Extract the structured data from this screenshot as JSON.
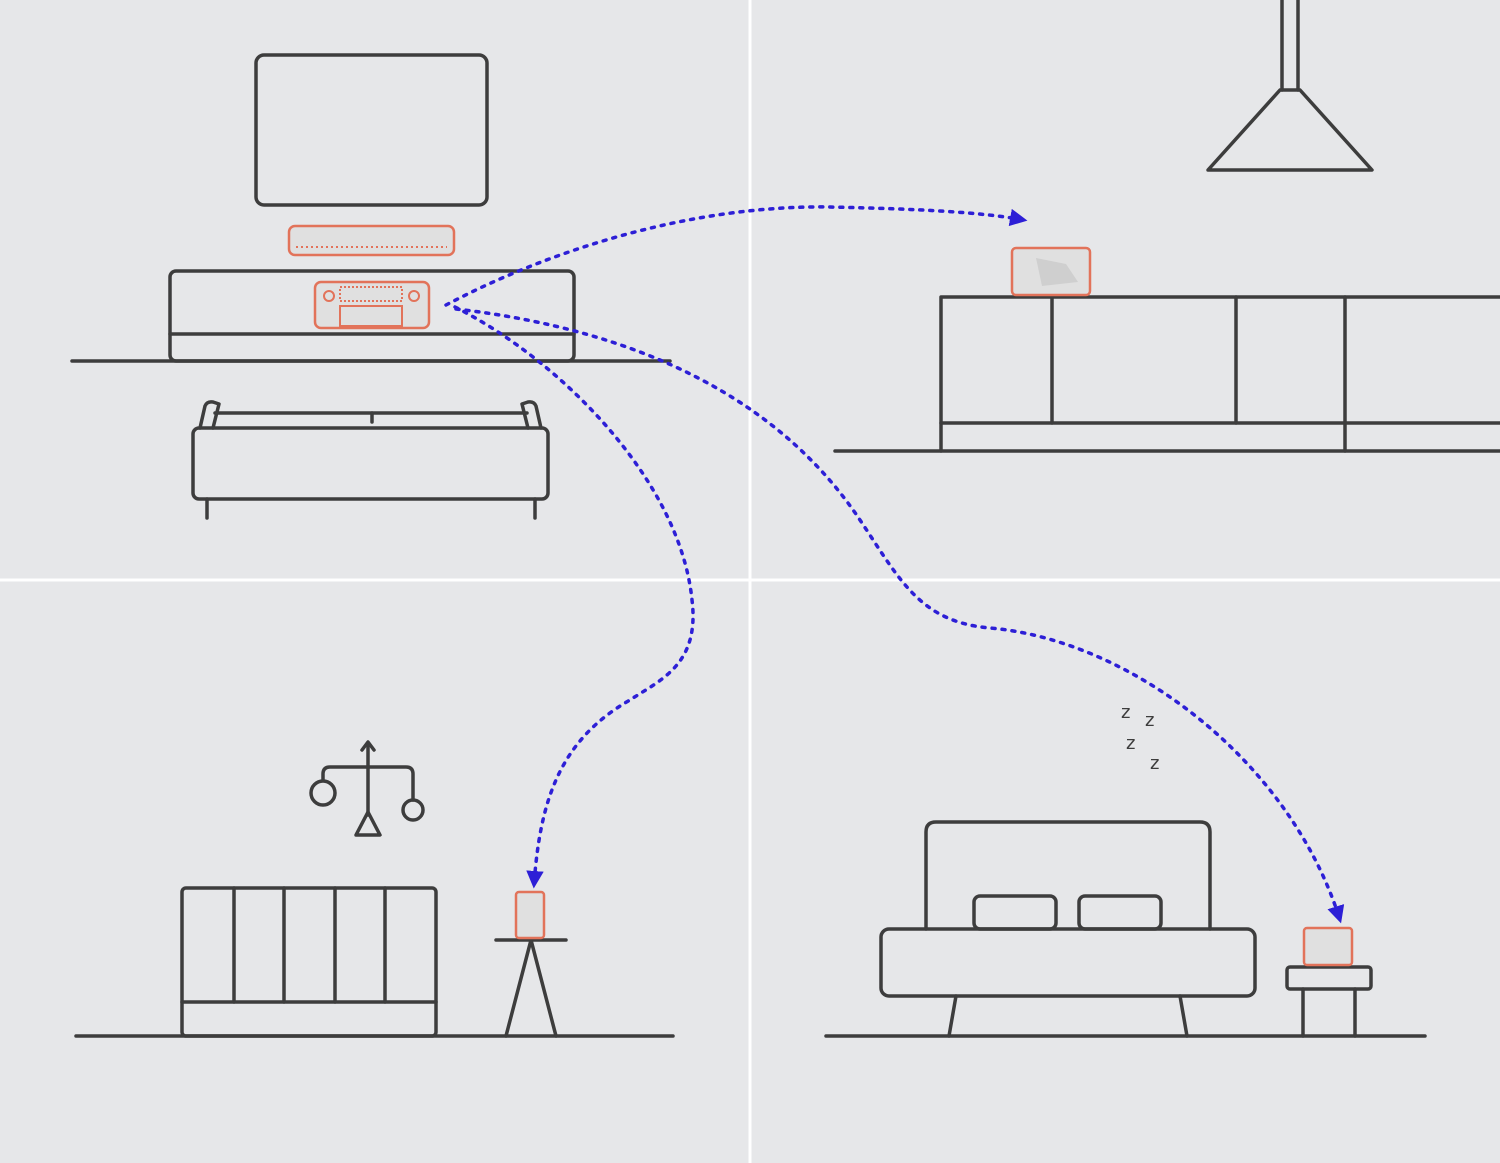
{
  "palette": {
    "background": "#e6e7e9",
    "divider": "#ffffff",
    "furniture_line": "#3d3d3d",
    "device_outline": "#e2735a",
    "flow_arrow": "#2d1fd6"
  },
  "rooms": [
    {
      "name": "living-room",
      "furniture": [
        "tv-icon",
        "soundbar-icon",
        "tv-console-icon",
        "av-receiver-icon",
        "sofa-icon"
      ]
    },
    {
      "name": "kitchen",
      "furniture": [
        "pendant-lamp-icon",
        "kitchen-counter-icon",
        "wireless-speaker-icon"
      ]
    },
    {
      "name": "nursery",
      "furniture": [
        "baby-crib-icon",
        "baby-mobile-icon",
        "side-table-icon",
        "portable-speaker-icon"
      ]
    },
    {
      "name": "bedroom",
      "furniture": [
        "bed-icon",
        "nightstand-icon",
        "compact-speaker-icon"
      ]
    }
  ],
  "sleep_label": {
    "glyph": "z"
  },
  "flows": [
    {
      "from": "av-receiver",
      "to": "kitchen-speaker"
    },
    {
      "from": "av-receiver",
      "to": "nursery-speaker"
    },
    {
      "from": "av-receiver",
      "to": "bedroom-speaker"
    }
  ]
}
